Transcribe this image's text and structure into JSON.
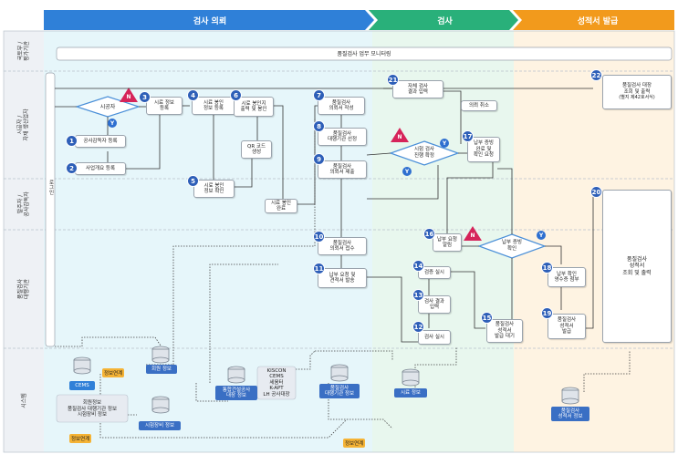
{
  "phases": {
    "request": "검사 의뢰",
    "inspect": "검사",
    "issue": "성적서 발급"
  },
  "lanes": {
    "ministry": "국토부 /\n평가기관",
    "local": "시공자 /\n자재 생산업자",
    "owner": "발주자 /\n공사감독자",
    "agency": "품질검사\n대행기관",
    "system": "시스템"
  },
  "monitor": "품질검사 업무 모니터링",
  "login": "로그인",
  "contractor": "시공자",
  "steps": [
    {
      "n": "1",
      "label": "공사감독자 등록"
    },
    {
      "n": "2",
      "label": "사업개요 등록"
    },
    {
      "n": "3",
      "label": "시료 정보\n등록"
    },
    {
      "n": "4",
      "label": "시료 봉인\n정보 등록"
    },
    {
      "n": "5",
      "label": "시료 봉인\n정보 확인"
    },
    {
      "n": "6",
      "label": "시료 봉인지\n출력 및 봉인"
    },
    {
      "n": "7",
      "label": "품질검사\n의뢰서 작성"
    },
    {
      "n": "8",
      "label": "품질검사\n대행기관 선정"
    },
    {
      "n": "9",
      "label": "품질검사\n의뢰서 제출"
    },
    {
      "n": "10",
      "label": "품질검사\n의뢰서 접수"
    },
    {
      "n": "11",
      "label": "납부 요청 및\n견적서 발송"
    },
    {
      "n": "12",
      "label": "검사 실시"
    },
    {
      "n": "13",
      "label": "검사 결과\n입력"
    },
    {
      "n": "14",
      "label": "검증 실시"
    },
    {
      "n": "15",
      "label": "품질검사\n성적서\n발급 대기"
    },
    {
      "n": "16",
      "label": "납부 요청\n알림"
    },
    {
      "n": "17",
      "label": "납부 증빙\n완료 및\n확인 요청"
    },
    {
      "n": "18",
      "label": "납부 확인\n영수증 첨부"
    },
    {
      "n": "19",
      "label": "품질검사\n성적서\n발급"
    },
    {
      "n": "20",
      "label": "품질검사\n성적서\n조회 및 출력"
    },
    {
      "n": "21",
      "label": "자체 검사\n결과 입력"
    },
    {
      "n": "22",
      "label": "품질검사 대장\n조회 및 출력"
    }
  ],
  "note22": "(별지 제42호서식)",
  "qr": "QR 코드\n생성",
  "seal_done": "시료 봉인\n완료",
  "cancel": "의뢰 취소",
  "decision_test": "시험 검사\n진행 확정",
  "decision_pay": "납부 증빙\n확인",
  "badge_n": "N",
  "badge_y": "Y",
  "systems": {
    "cems": "CEMS",
    "member": "회원 정보",
    "cems_info": "회원정보\n품질검사 대행기관 정보\n시험장비 정보",
    "equip": "시험장비 정보",
    "integrated": "통합건설공사\n대장 정보",
    "integrated_src": "KISCON\nCEMS\n세움터\nK-APT\nLH 공사대장",
    "agency_info": "품질검사\n대행기관 정보",
    "sample": "시료 정보",
    "report": "품질검사\n성적서 정보",
    "link1": "정보연계",
    "link2": "정보연계",
    "link3": "정보연계"
  },
  "colors": {
    "blue": "#2f80d8",
    "green": "#29b07a",
    "orange": "#f29a1c"
  }
}
